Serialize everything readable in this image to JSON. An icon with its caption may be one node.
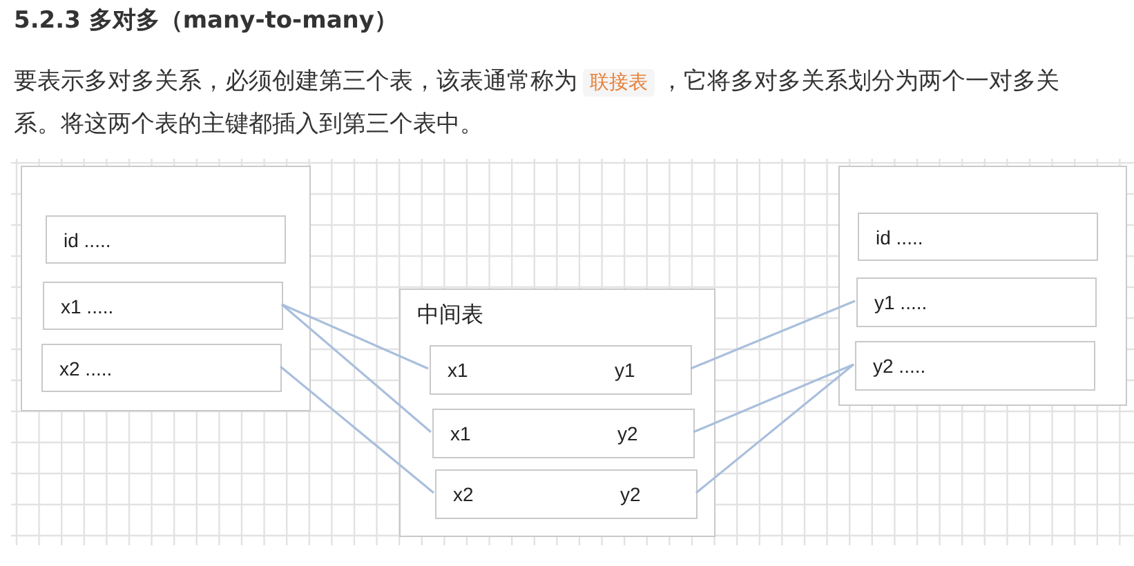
{
  "diagram": {
    "title": "5.2.3 多对多（many-to-many）",
    "nodes": [
      {
        "text": [],
        "shape": "box"
      },
      {
        "text": [
          "id ....."
        ],
        "in": 0
      },
      {
        "text": [
          "x1 ....."
        ],
        "in": 0
      },
      {
        "text": [
          "x2 ....."
        ],
        "in": 0
      },
      {
        "text": [
          "中间表"
        ]
      },
      {
        "text": [
          "x1",
          "y1"
        ],
        "in": 4
      },
      {
        "text": [
          "x1",
          "y2"
        ],
        "in": 4
      },
      {
        "text": [
          "x2",
          "y2"
        ],
        "in": 4
      },
      {
        "text": [],
        "shape": "box"
      },
      {
        "text": [
          "id ....."
        ],
        "in": 8
      },
      {
        "text": [
          "y1 ....."
        ],
        "in": 8
      },
      {
        "text": [
          "y2 ....."
        ],
        "in": 8
      }
    ],
    "edges": [
      {
        "from": 2,
        "to": 5,
        "arrow": "none"
      },
      {
        "from": 2,
        "to": 6,
        "arrow": "none"
      },
      {
        "from": 3,
        "to": 7,
        "arrow": "none"
      },
      {
        "from": 5,
        "to": 10,
        "arrow": "none"
      },
      {
        "from": 6,
        "to": 11,
        "arrow": "none"
      },
      {
        "from": 7,
        "to": 11,
        "arrow": "none"
      }
    ],
    "labels": [
      "要表示多对多关系，必须创建第三个表，该表通常称为",
      "联接表",
      "，它将多对多关系划分为两个一对多关系。将这两个表的主键都插入到第三个表中。"
    ]
  }
}
